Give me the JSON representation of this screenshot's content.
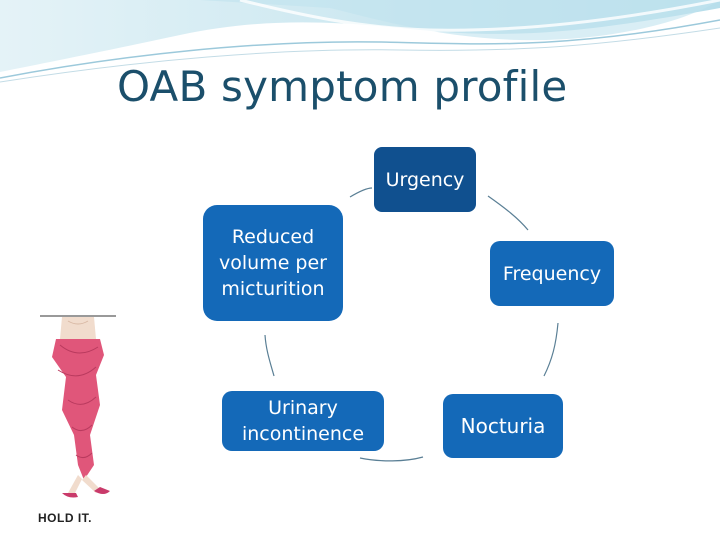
{
  "slide": {
    "title": "OAB symptom profile"
  },
  "cycle": {
    "nodes": [
      {
        "id": "urgency",
        "label": "Urgency"
      },
      {
        "id": "frequency",
        "label": "Frequency"
      },
      {
        "id": "nocturia",
        "label": "Nocturia"
      },
      {
        "id": "incontinence",
        "lines": [
          "Urinary",
          "incontinence"
        ]
      },
      {
        "id": "reduced-volume",
        "lines": [
          "Reduced",
          "volume per",
          "micturition"
        ]
      }
    ]
  },
  "photo": {
    "caption": "HOLD IT."
  },
  "colors": {
    "title": "#1b4f6b",
    "node_fill": "#1469b8",
    "node_top": "#10508f",
    "header_wave": "#a9d6e4"
  }
}
